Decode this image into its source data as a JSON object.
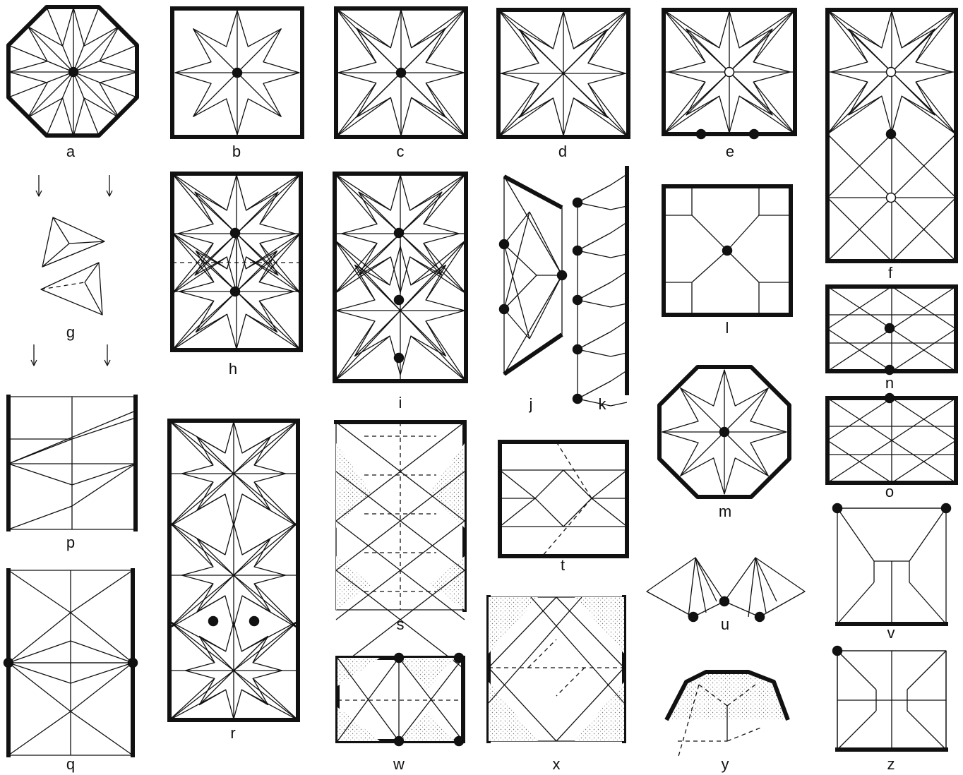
{
  "colors": {
    "ink": "#111111",
    "paper": "#ffffff",
    "stipple": "#888888"
  },
  "labels": {
    "a": "a",
    "b": "b",
    "c": "c",
    "d": "d",
    "e": "e",
    "f": "f",
    "g": "g",
    "h": "h",
    "i": "i",
    "j": "j",
    "k": "k",
    "l": "l",
    "m": "m",
    "n": "n",
    "o": "o",
    "p": "p",
    "q": "q",
    "r": "r",
    "s": "s",
    "t": "t",
    "u": "u",
    "v": "v",
    "w": "w",
    "x": "x",
    "y": "y",
    "z": "z"
  }
}
